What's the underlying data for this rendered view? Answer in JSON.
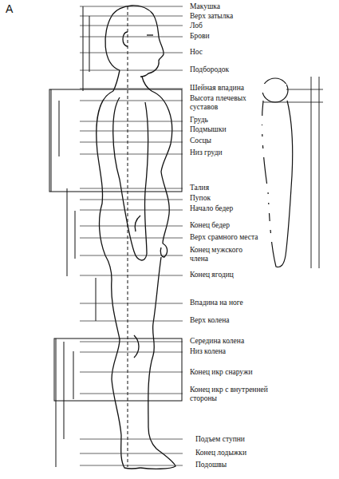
{
  "diagram": {
    "labels": [
      "А",
      "Макушка",
      "Верх затылка",
      "Лоб",
      "Брови",
      "Нос",
      "Подбородок",
      "Шейная впадина",
      "Высота плечевых суставов",
      "Грудь",
      "Подмышки",
      "Сосцы",
      "Низ груди",
      "Талия",
      "Пупок",
      "Начало бедер",
      "Конец бедер",
      "Верх срамного места",
      "Конец мужского члена",
      "Конец ягодиц",
      "Впадина на ноге",
      "Верх колена",
      "Середина колена",
      "Низ колена",
      "Конец икр снаружи",
      "Конец икр с внутренней стороны",
      "Подъем ступни",
      "Конец лодыжки",
      "Подошвы"
    ]
  }
}
